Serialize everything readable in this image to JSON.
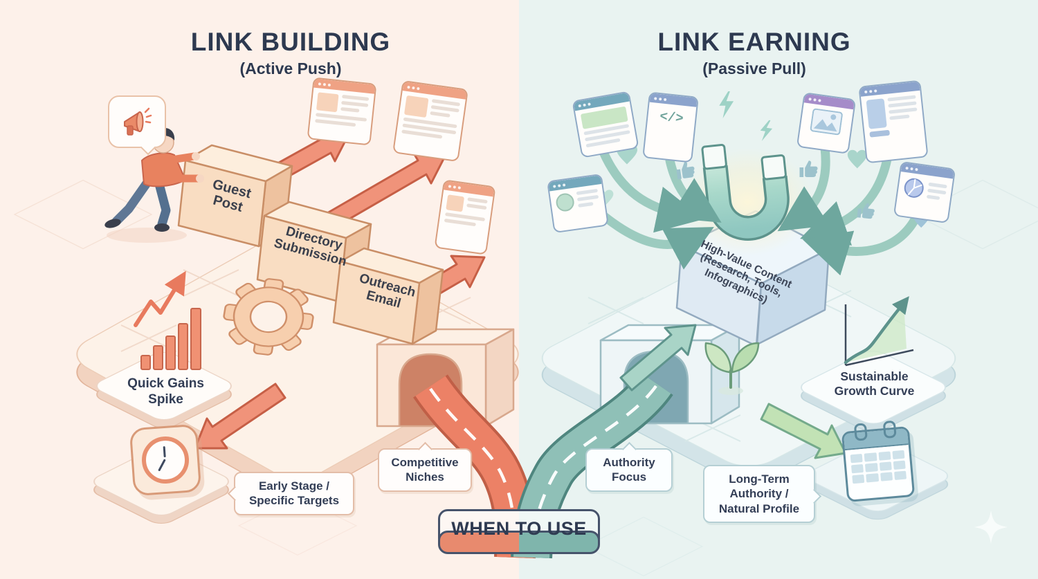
{
  "left": {
    "title": "LINK BUILDING",
    "subtitle": "(Active Push)",
    "box_guest_post": "Guest Post",
    "box_directory": "Directory Submission",
    "box_outreach": "Outreach Email",
    "label_quick_gains": "Quick Gains Spike",
    "bubble_early_stage": "Early Stage / Specific Targets",
    "bubble_competitive": "Competitive Niches"
  },
  "right": {
    "title": "LINK EARNING",
    "subtitle": "(Passive Pull)",
    "cube_label": "High-Value Content (Research, Tools, Infographics)",
    "label_sustainable": "Sustainable Growth Curve",
    "bubble_authority": "Authority Focus",
    "bubble_long_term": "Long-Term Authority / Natural Profile",
    "code_glyph": "</>"
  },
  "footer": {
    "when_to_use": "WHEN TO USE"
  },
  "icons": [
    "megaphone-icon",
    "person-pushing",
    "gear-icon",
    "bar-chart-spike-icon",
    "clock-icon",
    "tunnel-arch",
    "road-path",
    "magnet-icon",
    "lightning-bolt-icon",
    "heart-icon",
    "thumbs-up-icon",
    "sprout-icon",
    "growth-curve-chart",
    "calendar-icon",
    "browser-window",
    "sparkle-icon"
  ],
  "colors": {
    "left_bg": "#fdf1ea",
    "right_bg": "#e9f3f1",
    "title_text": "#2d3950",
    "coral_road": "#ec8166",
    "teal_road": "#8fc0b7",
    "green_arrow": "#c2e2b5",
    "box_fill": "#f9ddc2",
    "cube_fill": "#dfeaf3"
  }
}
